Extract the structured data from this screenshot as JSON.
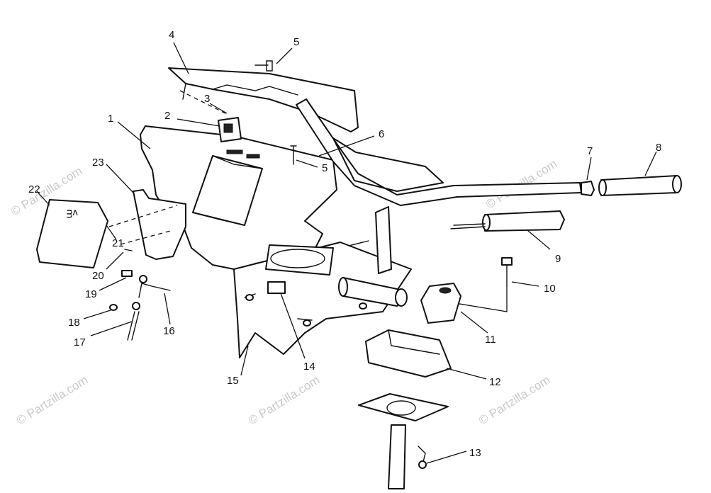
{
  "watermark": "© Partzilla.com",
  "decal_text": "ᴟᴧ",
  "callouts": [
    "1",
    "2",
    "3",
    "4",
    "5",
    "5",
    "6",
    "7",
    "8",
    "9",
    "10",
    "11",
    "12",
    "13",
    "14",
    "15",
    "16",
    "17",
    "18",
    "19",
    "20",
    "21",
    "22",
    "23"
  ]
}
